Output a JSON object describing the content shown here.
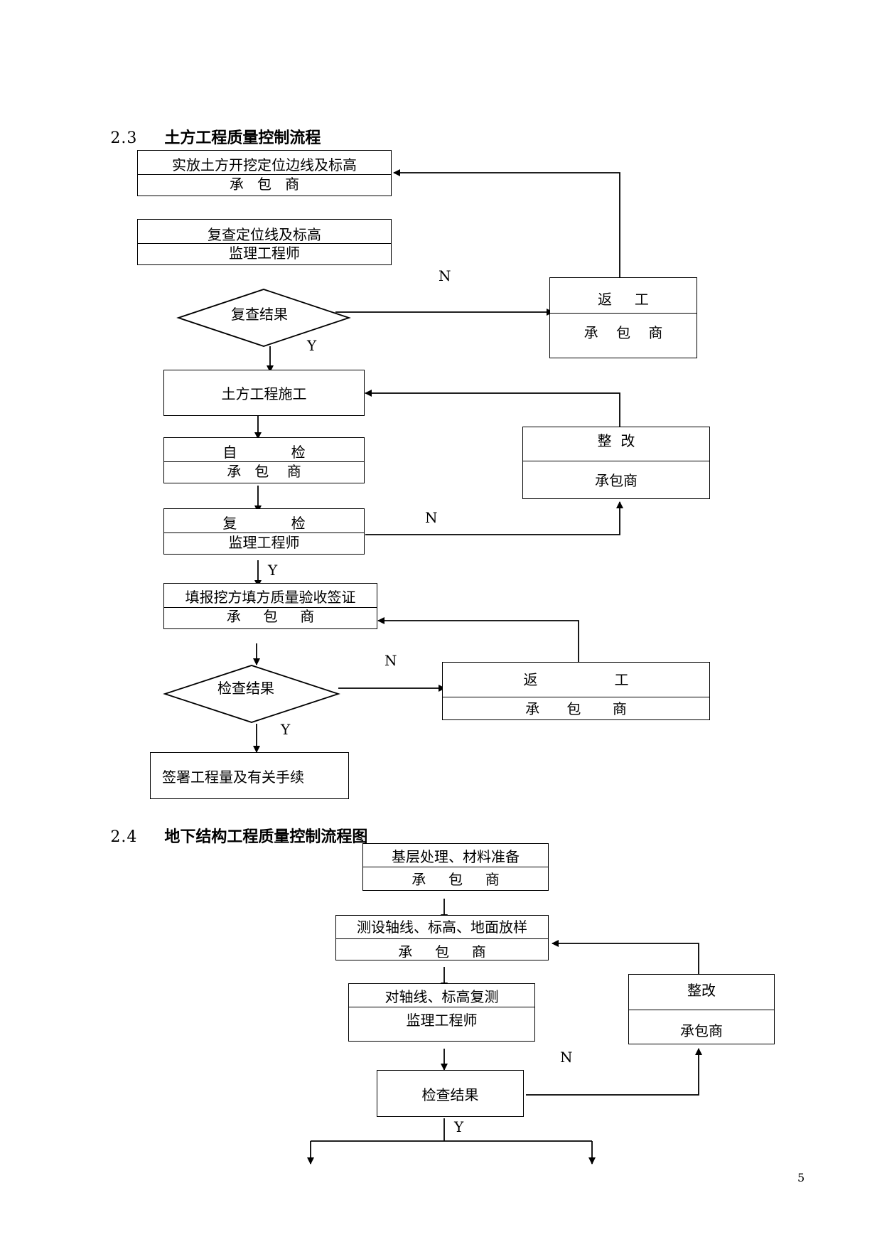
{
  "section_a": {
    "number": "2.3",
    "title": "土方工程质量控制流程",
    "box1": {
      "top": "实放土方开挖定位边线及标高",
      "bottom": "承   包   商"
    },
    "box2": {
      "top": "复查定位线及标高",
      "bottom": "监理工程师"
    },
    "diamond1": "复查结果",
    "rework1": {
      "top": "返     工",
      "bottom": "承    包    商"
    },
    "box3": "土方工程施工",
    "box4": {
      "top": "自            检",
      "bottom": "承   包    商"
    },
    "box5": {
      "top": "复            检",
      "bottom": "监理工程师"
    },
    "rectify": {
      "top": "整  改",
      "bottom": "承包商"
    },
    "box6": {
      "top": "填报挖方填方质量验收签证",
      "bottom": "承     包     商"
    },
    "diamond2": "检查结果",
    "rework2": {
      "top": "返                 工",
      "bottom": "承      包       商"
    },
    "box7": "签署工程量及有关手续",
    "labels": {
      "n1": "N",
      "y1": "Y",
      "n2": "N",
      "y2": "Y",
      "n3": "N",
      "y3": "Y"
    }
  },
  "section_b": {
    "number": "2.4",
    "title": "地下结构工程质量控制流程图",
    "box1": {
      "top": "基层处理、材料准备",
      "bottom": "承     包     商"
    },
    "box2": {
      "top": "测设轴线、标高、地面放样",
      "bottom": "承     包     商"
    },
    "box3": {
      "top": "对轴线、标高复测",
      "bottom": "监理工程师"
    },
    "rectify": {
      "top": "整改",
      "bottom": "承包商"
    },
    "box4": "检查结果",
    "labels": {
      "n": "N",
      "y": "Y"
    }
  },
  "page_number": "5"
}
